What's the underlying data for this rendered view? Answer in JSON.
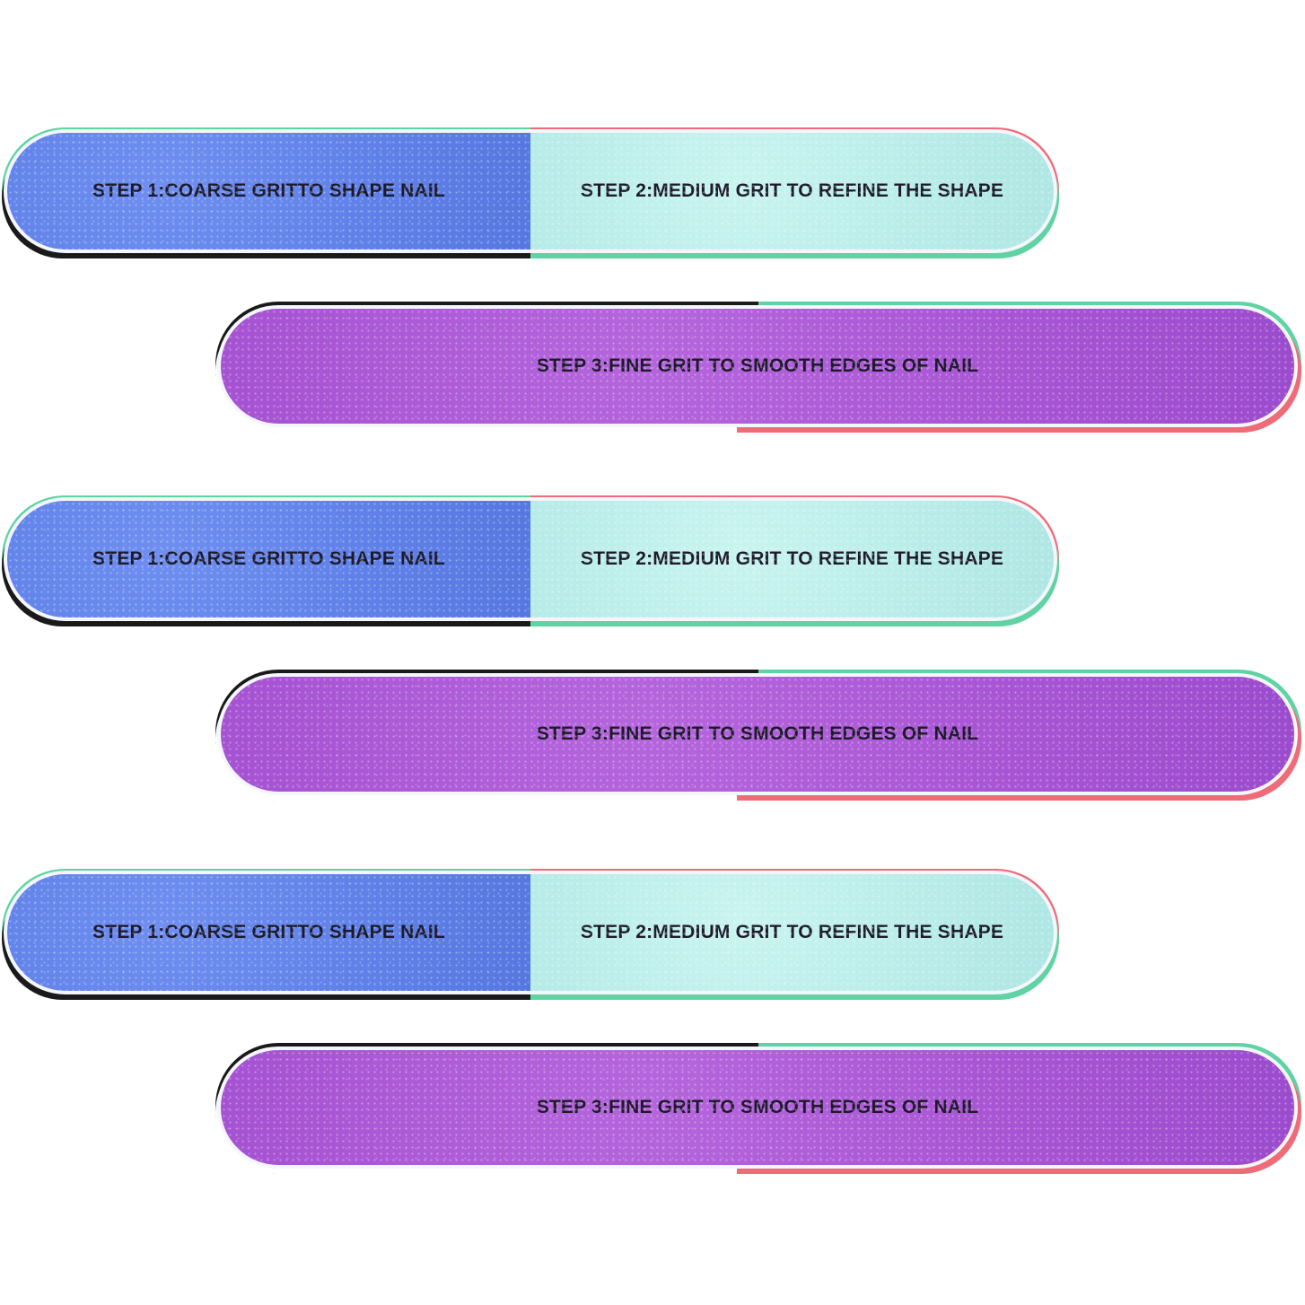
{
  "colors": {
    "coarse": "#5f81e8",
    "medium": "#b8ece8",
    "fine": "#a855d4",
    "edge_red": "#f06b78",
    "edge_green": "#5fd3a3",
    "edge_black": "#1a1a1a",
    "text": "#1d1a2a"
  },
  "files": [
    {
      "type": "two-step",
      "step1": "STEP 1:COARSE GRITTO SHAPE NAIL",
      "step2": "STEP 2:MEDIUM GRIT TO REFINE THE SHAPE"
    },
    {
      "type": "one-step",
      "step3": "STEP 3:FINE GRIT TO SMOOTH EDGES OF NAIL"
    },
    {
      "type": "two-step",
      "step1": "STEP 1:COARSE GRITTO SHAPE NAIL",
      "step2": "STEP 2:MEDIUM GRIT TO REFINE THE SHAPE"
    },
    {
      "type": "one-step",
      "step3": "STEP 3:FINE GRIT TO SMOOTH EDGES OF NAIL"
    },
    {
      "type": "two-step",
      "step1": "STEP 1:COARSE GRITTO SHAPE NAIL",
      "step2": "STEP 2:MEDIUM GRIT TO REFINE THE SHAPE"
    },
    {
      "type": "one-step",
      "step3": "STEP 3:FINE GRIT TO SMOOTH EDGES OF NAIL"
    }
  ]
}
